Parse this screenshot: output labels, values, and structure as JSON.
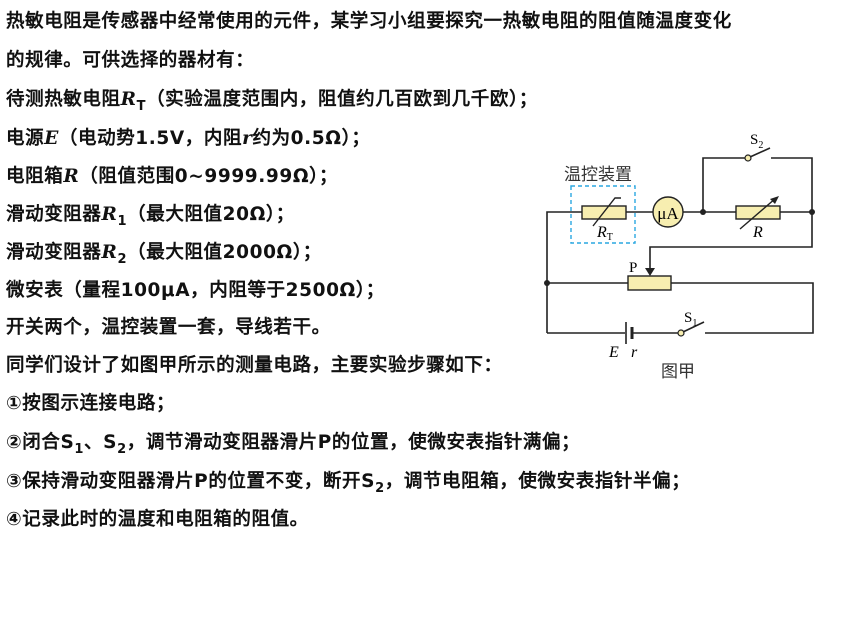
{
  "text_lines": [
    [
      {
        "t": "热敏电阻是传感器中经常使用的元件，某学习小组要探究一热敏电阻的阻值随温度变化"
      }
    ],
    [
      {
        "t": "的规律。可供选择的器材有："
      }
    ],
    [
      {
        "t": "待测热敏电阻"
      },
      {
        "t": "R",
        "s": "it"
      },
      {
        "t": "T",
        "s": "sub"
      },
      {
        "t": "（实验温度范围内，阻值约几百欧到几千欧）；"
      }
    ],
    [
      {
        "t": "电源"
      },
      {
        "t": "E",
        "s": "it"
      },
      {
        "t": "（电动势1.5V，内阻"
      },
      {
        "t": "r",
        "s": "it"
      },
      {
        "t": "约为0.5Ω）；"
      }
    ],
    [
      {
        "t": "电阻箱"
      },
      {
        "t": "R",
        "s": "it"
      },
      {
        "t": "（阻值范围0~9999.99Ω）；"
      }
    ],
    [
      {
        "t": "滑动变阻器"
      },
      {
        "t": "R",
        "s": "it"
      },
      {
        "t": "1",
        "s": "sub"
      },
      {
        "t": "（最大阻值20Ω）；"
      }
    ],
    [
      {
        "t": "滑动变阻器"
      },
      {
        "t": "R",
        "s": "it"
      },
      {
        "t": "2",
        "s": "sub"
      },
      {
        "t": "（最大阻值2000Ω）；"
      }
    ],
    [
      {
        "t": "微安表（量程100μA，内阻等于2500Ω）；"
      }
    ],
    [
      {
        "t": "开关两个，温控装置一套，导线若干。"
      }
    ],
    [
      {
        "t": "同学们设计了如图甲所示的测量电路，主要实验步骤如下："
      }
    ],
    [
      {
        "t": "①按图示连接电路；"
      }
    ],
    [
      {
        "t": "②闭合S"
      },
      {
        "t": "1",
        "s": "sub"
      },
      {
        "t": "、S"
      },
      {
        "t": "2",
        "s": "sub"
      },
      {
        "t": "，调节滑动变阻器滑片P的位置，使微安表指针满偏；"
      }
    ],
    [
      {
        "t": "③保持滑动变阻器滑片P的位置不变，断开S"
      },
      {
        "t": "2",
        "s": "sub"
      },
      {
        "t": "，调节电阻箱，使微安表指针半偏；"
      }
    ],
    [
      {
        "t": "④记录此时的温度和电阻箱的阻值。"
      }
    ]
  ],
  "figure": {
    "caption": "图甲",
    "temp_device_label": "温控装置",
    "thermistor_label": "R",
    "thermistor_sub": "T",
    "ammeter_label": "μA",
    "resistance_box_label": "R",
    "slider_label": "P",
    "switch1_label": "S",
    "switch1_sub": "1",
    "switch2_label": "S",
    "switch2_sub": "2",
    "emf_label": "E",
    "internal_r_label": "r",
    "component_fill": "#f7eeb0",
    "dashed_box_color": "#2aa7e0"
  }
}
